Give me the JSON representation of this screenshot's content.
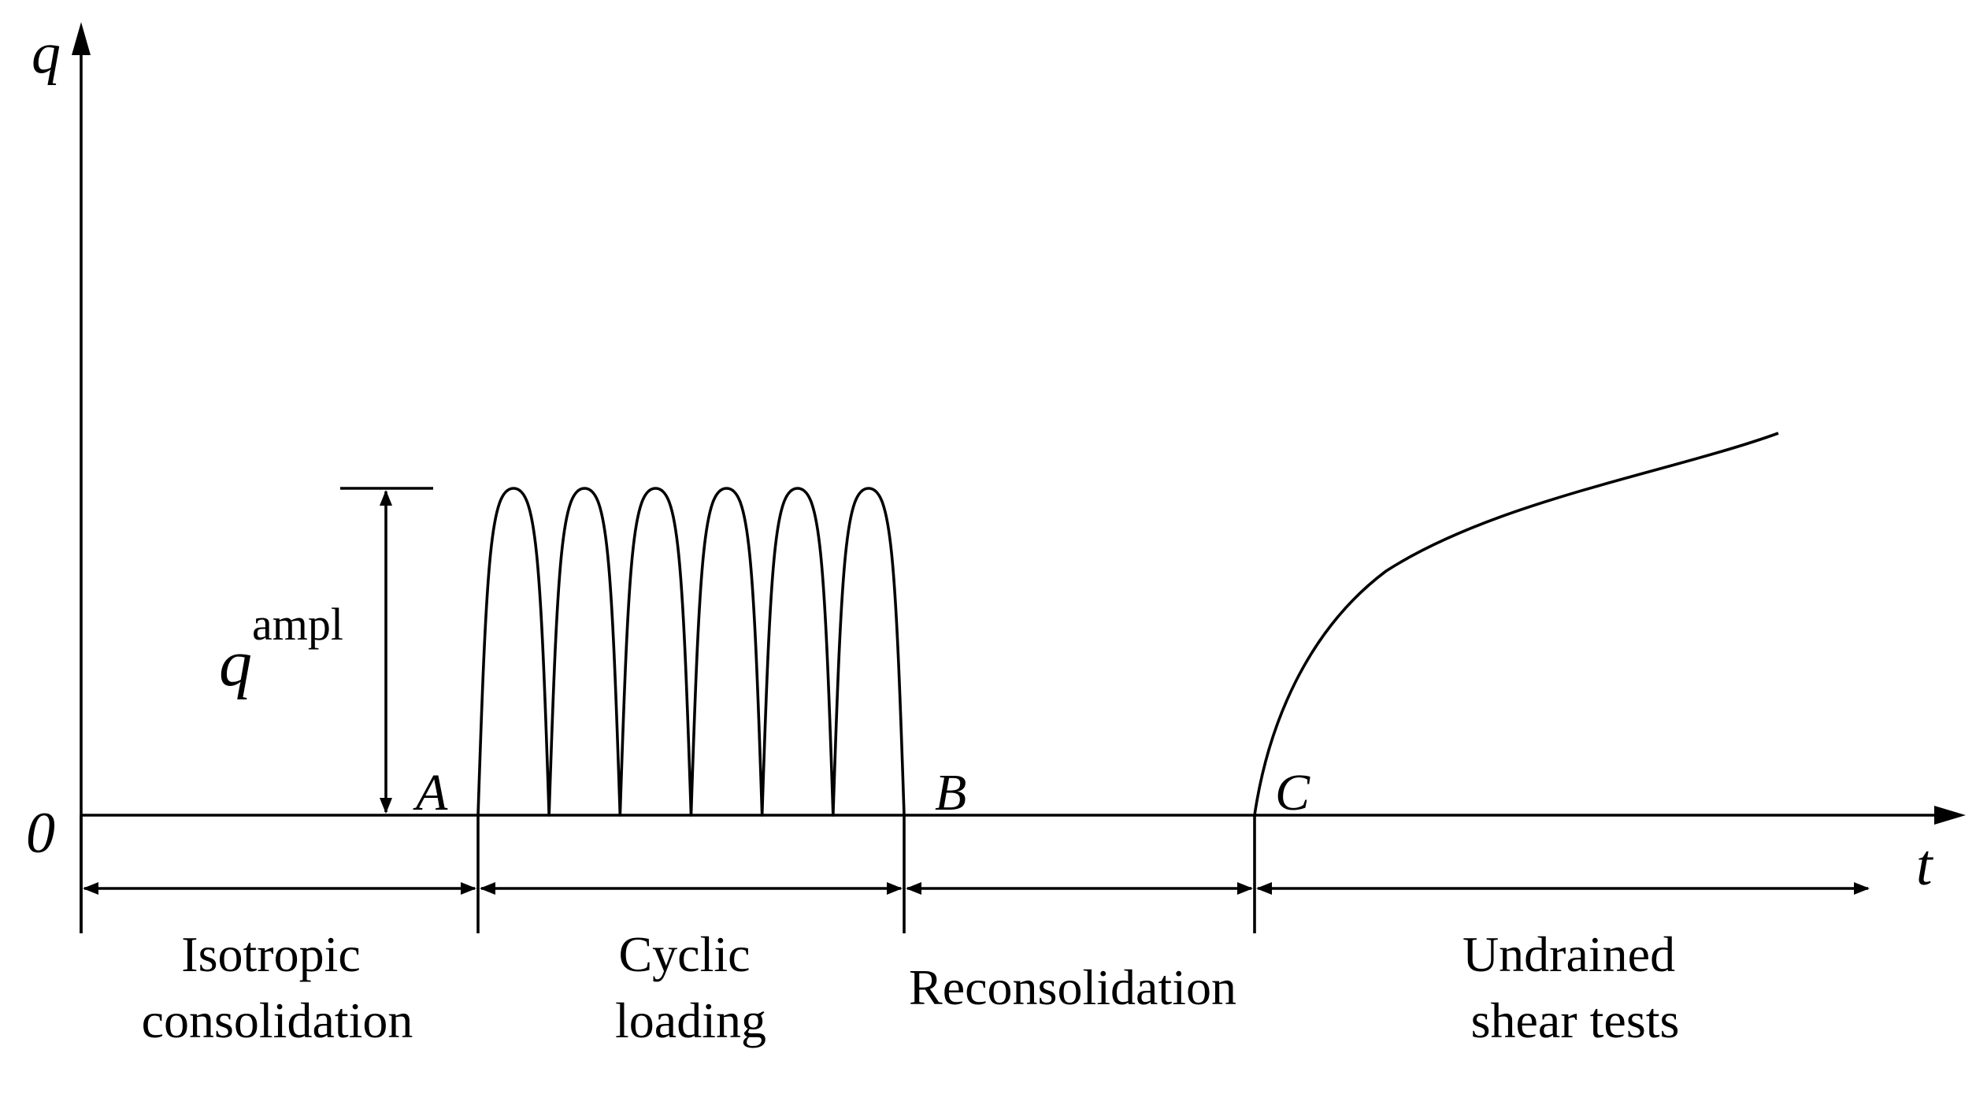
{
  "axes": {
    "y_label": "q",
    "x_label": "t",
    "origin_label": "0"
  },
  "points": {
    "a": "A",
    "b": "B",
    "c": "C"
  },
  "amplitude": {
    "symbol": "q",
    "superscript": "ampl"
  },
  "phases": [
    {
      "line1": "Isotropic",
      "line2": "consolidation"
    },
    {
      "line1": "Cyclic",
      "line2": "loading"
    },
    {
      "line1": "Reconsolidation",
      "line2": ""
    },
    {
      "line1": "Undrained",
      "line2": "shear tests"
    }
  ],
  "cyclic_loading": {
    "cycles": 6
  },
  "colors": {
    "ink": "#000000",
    "background": "#ffffff"
  }
}
